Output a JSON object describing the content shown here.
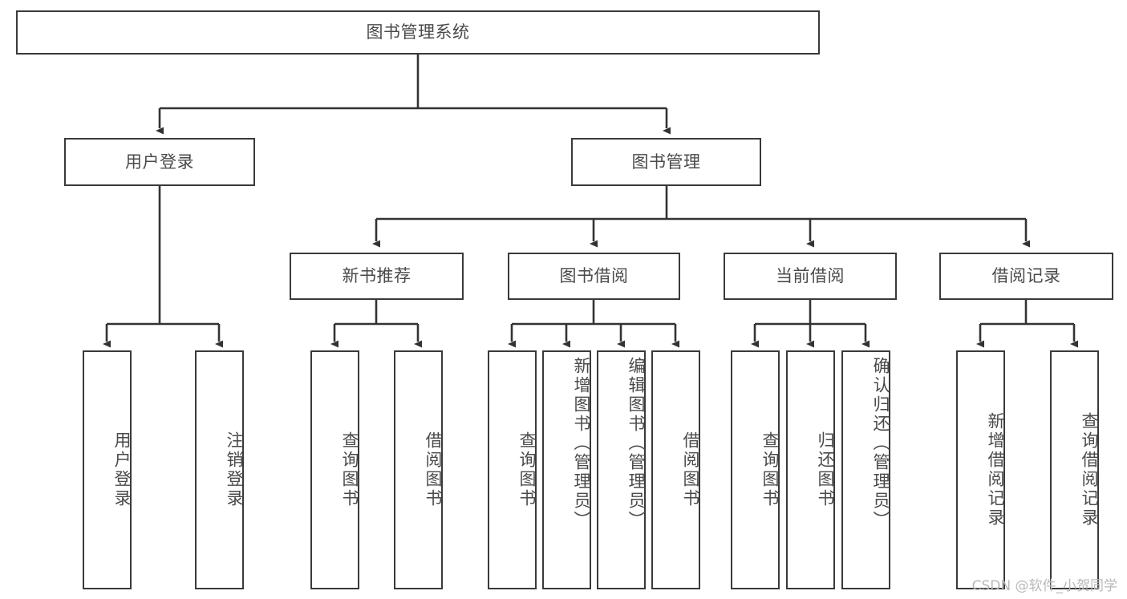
{
  "diagram": {
    "title": "图书管理系统",
    "type": "tree-hierarchy-chart",
    "colors": {
      "box_border": "#3a3a3a",
      "connector": "#333333",
      "text": "#4a4a4a",
      "background": "#ffffff",
      "watermark": "#b9b9b9"
    },
    "root": {
      "label": "图书管理系统"
    },
    "level2": [
      {
        "label": "用户登录"
      },
      {
        "label": "图书管理"
      }
    ],
    "level3": [
      {
        "label": "新书推荐"
      },
      {
        "label": "图书借阅"
      },
      {
        "label": "当前借阅"
      },
      {
        "label": "借阅记录"
      }
    ],
    "leaves": {
      "user_login": [
        {
          "label": "用户登录"
        },
        {
          "label": "注销登录"
        }
      ],
      "new_book_recommend": [
        {
          "label": "查询图书"
        },
        {
          "label": "借阅图书"
        }
      ],
      "book_borrow": [
        {
          "label": "查询图书"
        },
        {
          "label": "新增图书（管理员）"
        },
        {
          "label": "编辑图书（管理员）"
        },
        {
          "label": "借阅图书"
        }
      ],
      "current_borrow": [
        {
          "label": "查询图书"
        },
        {
          "label": "归还图书"
        },
        {
          "label": "确认归还（管理员）"
        }
      ],
      "borrow_record": [
        {
          "label": "新增借阅记录"
        },
        {
          "label": "查询借阅记录"
        }
      ]
    }
  },
  "watermark": {
    "text": "CSDN @软件_小贺同学"
  }
}
